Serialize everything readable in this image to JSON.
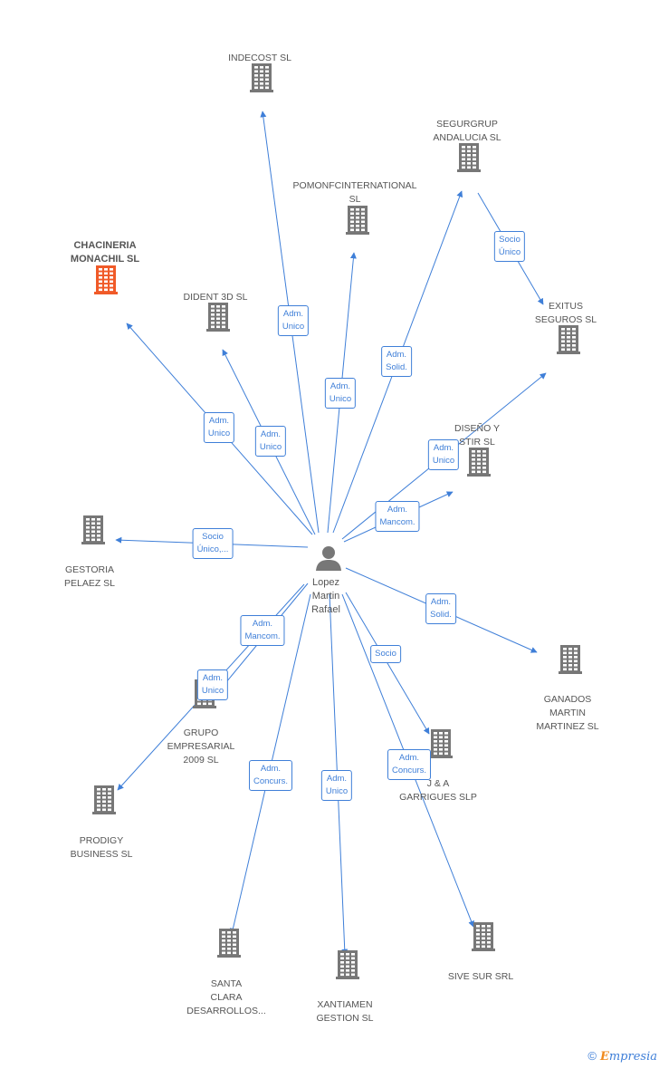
{
  "person": {
    "name": "Lopez\nMartin\nRafael"
  },
  "companies": [
    {
      "id": "indecost",
      "name": "INDECOST SL",
      "highlight": false
    },
    {
      "id": "segurgrup",
      "name": "SEGURGRUP\nANDALUCIA SL",
      "highlight": false
    },
    {
      "id": "pomonf",
      "name": "POMONFCINTERNATIONAL\nSL",
      "highlight": false
    },
    {
      "id": "chacineria",
      "name": "CHACINERIA\nMONACHIL SL",
      "highlight": true
    },
    {
      "id": "dident",
      "name": "DIDENT 3D SL",
      "highlight": false
    },
    {
      "id": "exitus",
      "name": "EXITUS\nSEGUROS SL",
      "highlight": false
    },
    {
      "id": "diseno",
      "name": "DISEÑO Y\nSTIR SL",
      "highlight": false
    },
    {
      "id": "gestoria",
      "name": "GESTORIA\nPELAEZ SL",
      "highlight": false
    },
    {
      "id": "ganados",
      "name": "GANADOS\nMARTIN\nMARTINEZ SL",
      "highlight": false
    },
    {
      "id": "grupo",
      "name": "GRUPO\nEMPRESARIAL\n2009 SL",
      "highlight": false
    },
    {
      "id": "jya",
      "name": "J & A\nGARRIGUES SLP",
      "highlight": false
    },
    {
      "id": "prodigy",
      "name": "PRODIGY\nBUSINESS SL",
      "highlight": false
    },
    {
      "id": "santa",
      "name": "SANTA\nCLARA\nDESARROLLOS...",
      "highlight": false
    },
    {
      "id": "xantiamen",
      "name": "XANTIAMEN\nGESTION SL",
      "highlight": false
    },
    {
      "id": "sive",
      "name": "SIVE SUR SRL",
      "highlight": false
    }
  ],
  "edge_labels": [
    {
      "id": "e-indecost",
      "text": "Adm.\nUnico"
    },
    {
      "id": "e-pomonf",
      "text": "Adm.\nUnico"
    },
    {
      "id": "e-segurgrup",
      "text": "Adm.\nSolid."
    },
    {
      "id": "e-exitus-from-segur",
      "text": "Socio\nÚnico"
    },
    {
      "id": "e-chacineria",
      "text": "Adm.\nUnico"
    },
    {
      "id": "e-dident",
      "text": "Adm.\nUnico"
    },
    {
      "id": "e-exitus",
      "text": "Adm.\nUnico"
    },
    {
      "id": "e-diseno",
      "text": "Adm.\nMancom."
    },
    {
      "id": "e-gestoria",
      "text": "Socio\nÚnico,..."
    },
    {
      "id": "e-ganados",
      "text": "Adm.\nSolid."
    },
    {
      "id": "e-grupo",
      "text": "Adm.\nMancom."
    },
    {
      "id": "e-prodigy",
      "text": "Adm.\nUnico"
    },
    {
      "id": "e-jya-socio",
      "text": "Socio"
    },
    {
      "id": "e-sive",
      "text": "Adm.\nConcurs."
    },
    {
      "id": "e-santa",
      "text": "Adm.\nConcurs."
    },
    {
      "id": "e-xantiamen",
      "text": "Adm.\nUnico"
    }
  ],
  "colors": {
    "edge": "#3f7fd8",
    "building": "#777777",
    "building_highlight": "#f05a28"
  },
  "footer": {
    "copyright": "©",
    "brand_initial": "E",
    "brand_rest": "mpresia"
  }
}
